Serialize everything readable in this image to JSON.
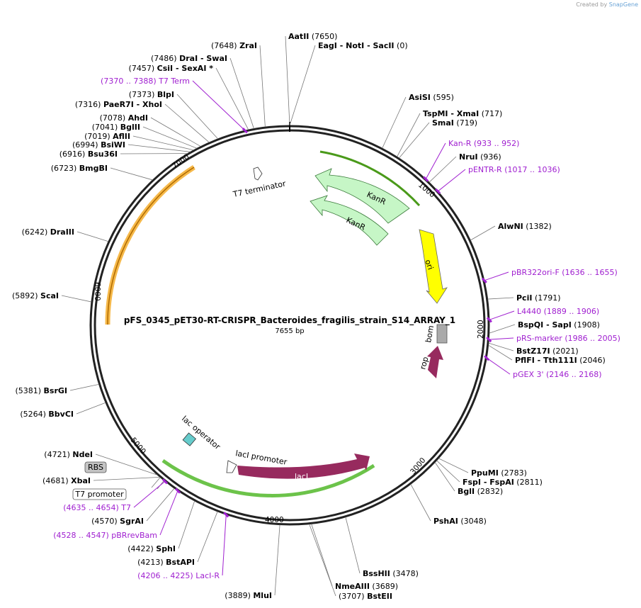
{
  "app": {
    "credit_prefix": "Created by",
    "credit_brand": "SnapGene"
  },
  "plasmid": {
    "name": "pFS_0345_pET30-RT-CRISPR_Bacteroides_fragilis_strain_S14_ARRAY_1",
    "length_label": "7655 bp",
    "length": 7655
  },
  "ticks": [
    "1000",
    "2000",
    "3000",
    "4000",
    "5000",
    "6000",
    "7000"
  ],
  "features": [
    {
      "name": "KanR (outer)",
      "label": "KanR",
      "color": "#c6f6c6",
      "type": "arrow"
    },
    {
      "name": "KanR (inner)",
      "label": "KanR",
      "color": "#c6f6c6",
      "type": "arrow"
    },
    {
      "name": "ori",
      "label": "ori",
      "color": "#ffff00",
      "type": "arrow"
    },
    {
      "name": "bom",
      "label": "bom",
      "color": "#aaaaaa",
      "type": "box"
    },
    {
      "name": "rop",
      "label": "rop",
      "color": "#972a5e",
      "type": "arrow"
    },
    {
      "name": "lacI",
      "label": "lacI",
      "color": "#972a5e",
      "type": "arrow"
    },
    {
      "name": "lacI promoter",
      "label": "lacI promoter",
      "color": "#ffffff",
      "type": "arrow"
    },
    {
      "name": "lac operator",
      "label": "lac operator",
      "color": "#66cccc",
      "type": "box"
    },
    {
      "name": "T7 terminator",
      "label": "T7 terminator",
      "color": "#ffffff",
      "type": "arrow"
    }
  ],
  "sites": [
    {
      "text": "AatII",
      "pos": "(7650)",
      "type": "enzyme"
    },
    {
      "text": "EagI  - NotI  - SacII",
      "pos": "(0)",
      "type": "enzyme"
    },
    {
      "text": "ZraI",
      "pos": "(7648)",
      "type": "enzyme"
    },
    {
      "text": "DraI  - SwaI",
      "pos": "(7486)",
      "type": "enzyme"
    },
    {
      "text": "CsiI  - SexAI *",
      "pos": "(7457)",
      "type": "enzyme"
    },
    {
      "text": "T7 Term",
      "pos": "(7370 .. 7388)",
      "type": "primer"
    },
    {
      "text": "BlpI",
      "pos": "(7373)",
      "type": "enzyme"
    },
    {
      "text": "PaeR7I  - XhoI",
      "pos": "(7316)",
      "type": "enzyme"
    },
    {
      "text": "AhdI",
      "pos": "(7078)",
      "type": "enzyme"
    },
    {
      "text": "BglII",
      "pos": "(7041)",
      "type": "enzyme"
    },
    {
      "text": "AflII",
      "pos": "(7019)",
      "type": "enzyme"
    },
    {
      "text": "BsiWI",
      "pos": "(6994)",
      "type": "enzyme"
    },
    {
      "text": "Bsu36I",
      "pos": "(6916)",
      "type": "enzyme"
    },
    {
      "text": "BmgBI",
      "pos": "(6723)",
      "type": "enzyme"
    },
    {
      "text": "DraIII",
      "pos": "(6242)",
      "type": "enzyme"
    },
    {
      "text": "ScaI",
      "pos": "(5892)",
      "type": "enzyme"
    },
    {
      "text": "BsrGI",
      "pos": "(5381)",
      "type": "enzyme"
    },
    {
      "text": "BbvCI",
      "pos": "(5264)",
      "type": "enzyme"
    },
    {
      "text": "NdeI",
      "pos": "(4721)",
      "type": "enzyme"
    },
    {
      "text": "RBS",
      "pos": "",
      "type": "boxed-grey"
    },
    {
      "text": "XbaI",
      "pos": "(4681)",
      "type": "enzyme"
    },
    {
      "text": "T7 promoter",
      "pos": "",
      "type": "boxed-white"
    },
    {
      "text": "T7",
      "pos": "(4635 .. 4654)",
      "type": "primer"
    },
    {
      "text": "SgrAI",
      "pos": "(4570)",
      "type": "enzyme"
    },
    {
      "text": "pBRrevBam",
      "pos": "(4528 .. 4547)",
      "type": "primer"
    },
    {
      "text": "SphI",
      "pos": "(4422)",
      "type": "enzyme"
    },
    {
      "text": "BstAPI",
      "pos": "(4213)",
      "type": "enzyme"
    },
    {
      "text": "LacI-R",
      "pos": "(4206 .. 4225)",
      "type": "primer"
    },
    {
      "text": "MluI",
      "pos": "(3889)",
      "type": "enzyme"
    },
    {
      "text": "BstEII",
      "pos": "(3707)",
      "type": "enzyme"
    },
    {
      "text": "NmeAIII",
      "pos": "(3689)",
      "type": "enzyme"
    },
    {
      "text": "BssHII",
      "pos": "(3478)",
      "type": "enzyme"
    },
    {
      "text": "PshAI",
      "pos": "(3048)",
      "type": "enzyme"
    },
    {
      "text": "BglI",
      "pos": "(2832)",
      "type": "enzyme"
    },
    {
      "text": "FspI  - FspAI",
      "pos": "(2811)",
      "type": "enzyme"
    },
    {
      "text": "PpuMI",
      "pos": "(2783)",
      "type": "enzyme"
    },
    {
      "text": "pGEX 3'",
      "pos": "(2146 .. 2168)",
      "type": "primer"
    },
    {
      "text": "PflFI  - Tth111I",
      "pos": "(2046)",
      "type": "enzyme"
    },
    {
      "text": "BstZ17I",
      "pos": "(2021)",
      "type": "enzyme"
    },
    {
      "text": "pRS-marker",
      "pos": "(1986 .. 2005)",
      "type": "primer"
    },
    {
      "text": "BspQI  - SapI",
      "pos": "(1908)",
      "type": "enzyme"
    },
    {
      "text": "L4440",
      "pos": "(1889 .. 1906)",
      "type": "primer"
    },
    {
      "text": "PciI",
      "pos": "(1791)",
      "type": "enzyme"
    },
    {
      "text": "pBR322ori-F",
      "pos": "(1636 .. 1655)",
      "type": "primer"
    },
    {
      "text": "AlwNI",
      "pos": "(1382)",
      "type": "enzyme"
    },
    {
      "text": "pENTR-R",
      "pos": "(1017 .. 1036)",
      "type": "primer"
    },
    {
      "text": "NruI",
      "pos": "(936)",
      "type": "enzyme"
    },
    {
      "text": "Kan-R",
      "pos": "(933 .. 952)",
      "type": "primer"
    },
    {
      "text": "SmaI",
      "pos": "(719)",
      "type": "enzyme"
    },
    {
      "text": "TspMI  - XmaI",
      "pos": "(717)",
      "type": "enzyme"
    },
    {
      "text": "AsiSI",
      "pos": "(595)",
      "type": "enzyme"
    }
  ]
}
